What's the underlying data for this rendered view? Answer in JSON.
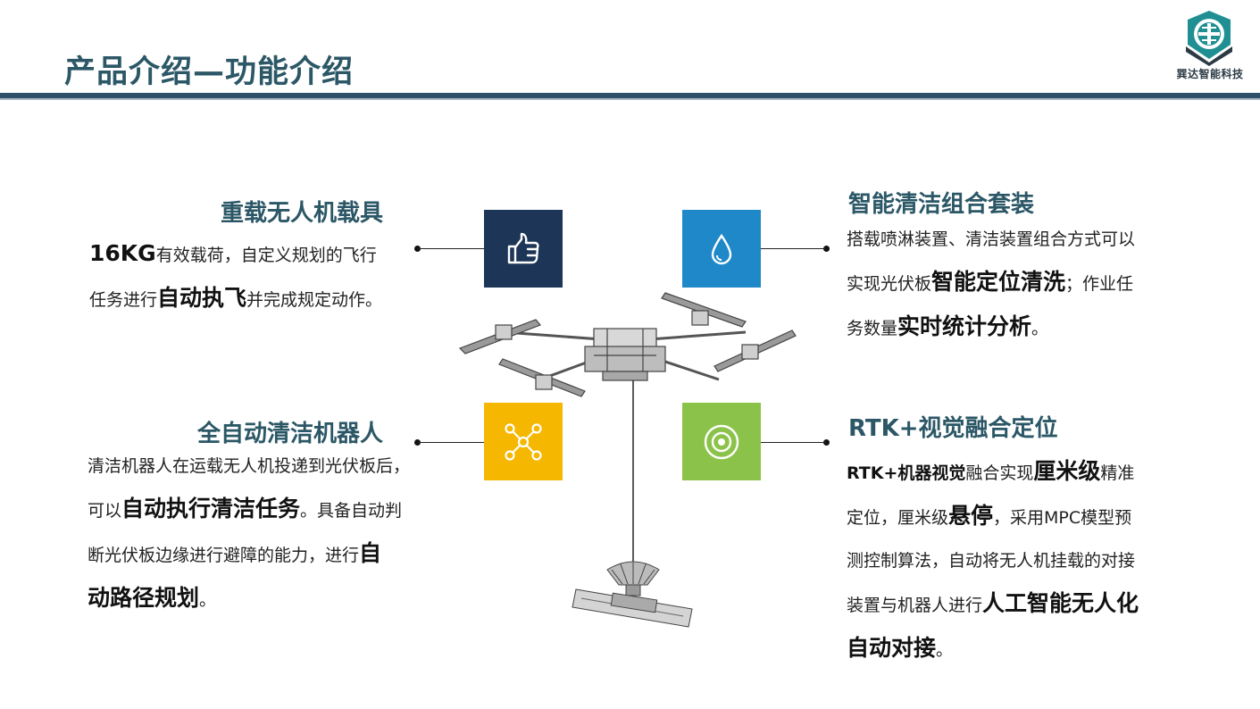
{
  "header": {
    "title": "产品介绍—功能介绍",
    "brand": "巽达智能科技"
  },
  "features": {
    "top_left": {
      "title": "重载无人机载具",
      "lines": [
        [
          {
            "t": "16KG",
            "s": "big"
          },
          {
            "t": "有效载荷，自定义规划的飞行"
          }
        ],
        [
          {
            "t": "任务进行"
          },
          {
            "t": "自动执飞",
            "s": "big"
          },
          {
            "t": "并完成规定动作。"
          }
        ]
      ]
    },
    "top_right": {
      "title": "智能清洁组合套装",
      "lines": [
        [
          {
            "t": "搭载喷淋装置、清洁装置组合方式可以"
          }
        ],
        [
          {
            "t": "实现光伏板"
          },
          {
            "t": "智能定位清洗",
            "s": "big"
          },
          {
            "t": "；作业任"
          }
        ],
        [
          {
            "t": "务数量"
          },
          {
            "t": "实时统计分析",
            "s": "big"
          },
          {
            "t": "。"
          }
        ]
      ]
    },
    "bottom_left": {
      "title": "全自动清洁机器人",
      "lines": [
        [
          {
            "t": "清洁机器人在运载无人机投递到光伏板后，"
          }
        ],
        [
          {
            "t": "可以"
          },
          {
            "t": "自动执行清洁任务",
            "s": "big"
          },
          {
            "t": "。具备自动判"
          }
        ],
        [
          {
            "t": "断光伏板边缘进行避障的能力，进行"
          },
          {
            "t": "自",
            "s": "big"
          }
        ],
        [
          {
            "t": "动路径规划",
            "s": "big"
          },
          {
            "t": "。"
          }
        ]
      ]
    },
    "bottom_right": {
      "title": "RTK+视觉融合定位",
      "lines": [
        [
          {
            "t": "RTK+机器视觉",
            "s": "bold"
          },
          {
            "t": "融合实现"
          },
          {
            "t": "厘米级",
            "s": "big"
          },
          {
            "t": "精准"
          }
        ],
        [
          {
            "t": "定位，厘米级"
          },
          {
            "t": "悬停",
            "s": "big"
          },
          {
            "t": "，采用MPC模型预"
          }
        ],
        [
          {
            "t": "测控制算法，自动将无人机挂载的对接"
          }
        ],
        [
          {
            "t": "装置与机器人进行"
          },
          {
            "t": "人工智能无人化",
            "s": "big"
          }
        ],
        [
          {
            "t": "自动对接",
            "s": "big"
          },
          {
            "t": "。"
          }
        ]
      ]
    }
  },
  "icon_boxes": {
    "thumbs_up": {
      "icon": "thumbs-up-icon",
      "color": "#1d3557"
    },
    "water_drop": {
      "icon": "water-drop-icon",
      "color": "#1e88c8"
    },
    "network": {
      "icon": "network-icon",
      "color": "#f5b700"
    },
    "target": {
      "icon": "target-icon",
      "color": "#8bc34a"
    }
  }
}
